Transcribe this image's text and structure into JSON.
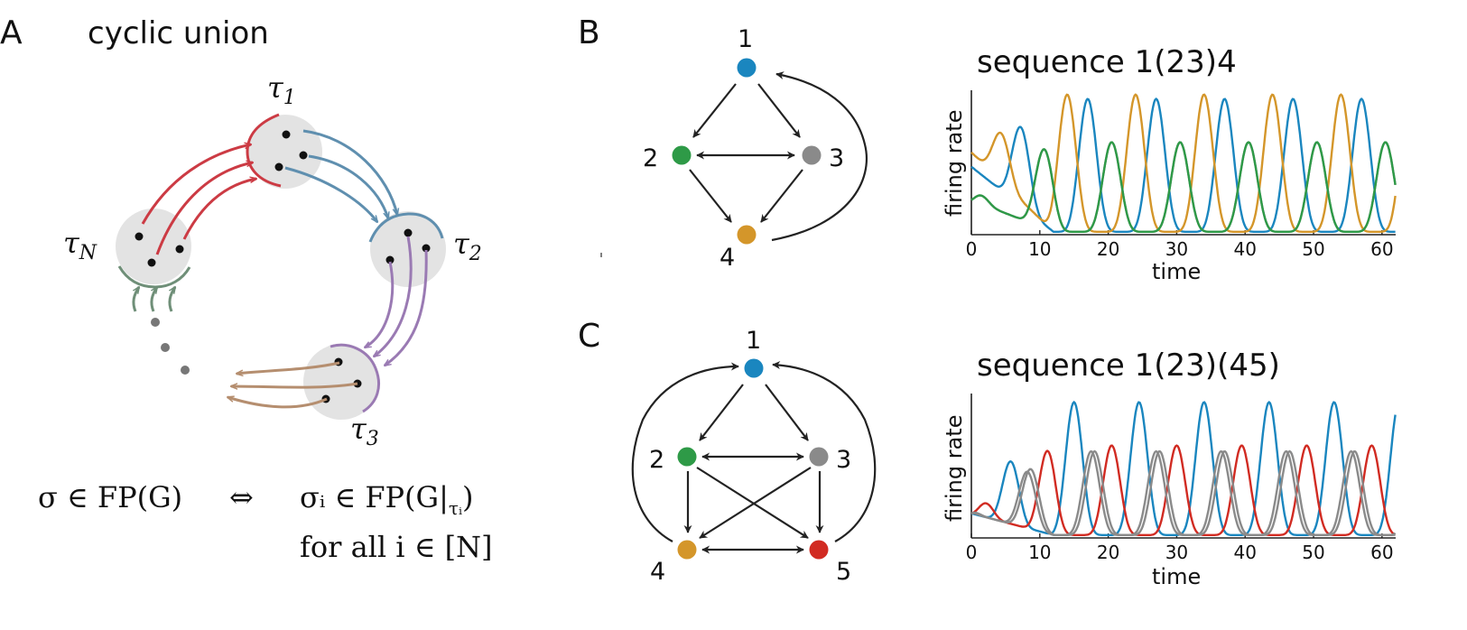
{
  "panel_a": {
    "letter": "A",
    "title": "cyclic union",
    "labels": {
      "tau1": "τ",
      "tau1_sub": "1",
      "tau2": "τ",
      "tau2_sub": "2",
      "tau3": "τ",
      "tau3_sub": "3",
      "tauN": "τ",
      "tauN_sub": "N"
    },
    "formula_line1_left": "σ ∈ FP(G)",
    "formula_iff": "⇔",
    "formula_line1_right": "σᵢ ∈ FP(G|",
    "formula_line1_sub": "τᵢ",
    "formula_line1_close": ")",
    "formula_line2": "for all i ∈ [N]",
    "colors": {
      "red": "#cc3b44",
      "blue": "#5f8faf",
      "purple": "#9a7ab3",
      "tan": "#b58e6f",
      "green": "#6f8f78",
      "blob": "#e3e3e3"
    }
  },
  "panel_b": {
    "letter": "B",
    "nodes": [
      {
        "label": "1",
        "color": "#1a86bf"
      },
      {
        "label": "2",
        "color": "#2e9a47"
      },
      {
        "label": "3",
        "color": "#8a8a8a"
      },
      {
        "label": "4",
        "color": "#d4962a"
      }
    ],
    "chart_title": "sequence 1(23)4",
    "chart_data": {
      "type": "line",
      "title": "sequence 1(23)4",
      "xlabel": "time",
      "ylabel": "firing rate",
      "xlim": [
        0,
        62
      ],
      "xticks": [
        "0",
        "10",
        "20",
        "30",
        "40",
        "50",
        "60"
      ],
      "series": [
        {
          "color": "#1a86bf",
          "period": 10,
          "phase": 17
        },
        {
          "color": "#d4962a",
          "period": 10,
          "phase": 14
        },
        {
          "color": "#8a8a8a",
          "period": 10,
          "phase": 20.5
        },
        {
          "color": "#2e9a47",
          "period": 10,
          "phase": 20.5
        }
      ]
    }
  },
  "panel_c": {
    "letter": "C",
    "nodes": [
      {
        "label": "1",
        "color": "#1a86bf"
      },
      {
        "label": "2",
        "color": "#2e9a47"
      },
      {
        "label": "3",
        "color": "#8a8a8a"
      },
      {
        "label": "4",
        "color": "#d4962a"
      },
      {
        "label": "5",
        "color": "#d12b22"
      }
    ],
    "chart_title": "sequence 1(23)(45)",
    "chart_data": {
      "type": "line",
      "title": "sequence 1(23)(45)",
      "xlabel": "time",
      "ylabel": "firing rate",
      "xlim": [
        0,
        62
      ],
      "xticks": [
        "0",
        "10",
        "20",
        "30",
        "40",
        "50",
        "60"
      ],
      "series": [
        {
          "color": "#1a86bf",
          "period": 9.5,
          "phase": 5.5
        },
        {
          "color": "#d12b22",
          "period": 9.5,
          "phase": 11
        },
        {
          "color": "#8a8a8a",
          "period": 9.5,
          "phase": 8
        },
        {
          "color": "#8a8a8a",
          "period": 9.5,
          "phase": 8.5
        }
      ]
    }
  }
}
